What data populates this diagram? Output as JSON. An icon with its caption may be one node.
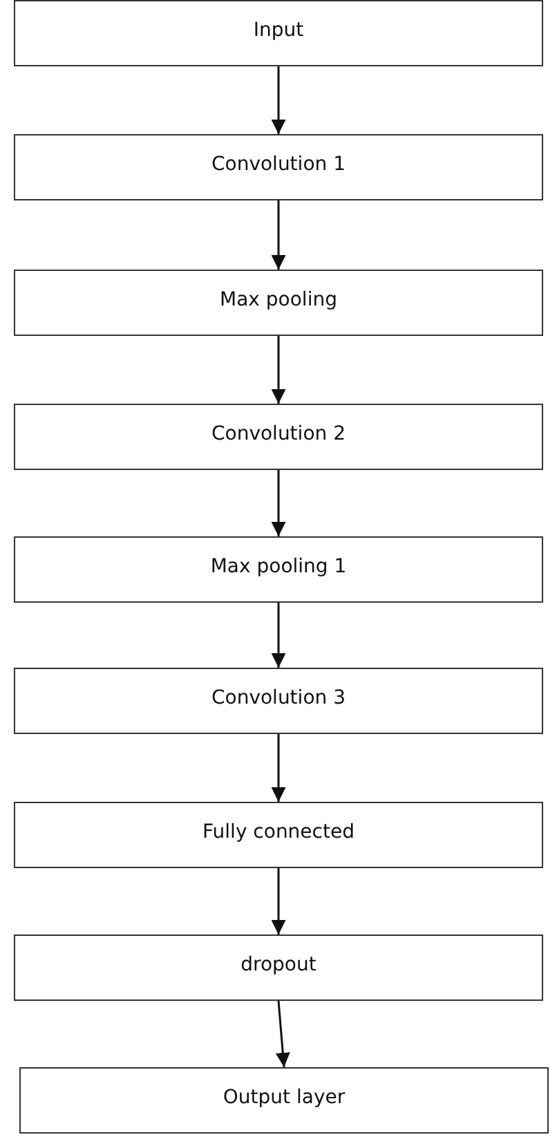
{
  "diagram": {
    "nodes": [
      {
        "text": [
          "Input"
        ]
      },
      {
        "text": [
          "Convolution 1"
        ]
      },
      {
        "text": [
          "Max pooling"
        ]
      },
      {
        "text": [
          "Convolution 2"
        ]
      },
      {
        "text": [
          "Max pooling 1"
        ]
      },
      {
        "text": [
          "Convolution 3"
        ]
      },
      {
        "text": [
          "Fully connected"
        ]
      },
      {
        "text": [
          "dropout"
        ]
      },
      {
        "text": [
          "Output layer"
        ]
      }
    ],
    "edges": [
      {
        "from": 0,
        "to": 1,
        "arrow": "to"
      },
      {
        "from": 1,
        "to": 2,
        "arrow": "to"
      },
      {
        "from": 2,
        "to": 3,
        "arrow": "to"
      },
      {
        "from": 3,
        "to": 4,
        "arrow": "to"
      },
      {
        "from": 4,
        "to": 5,
        "arrow": "to"
      },
      {
        "from": 5,
        "to": 6,
        "arrow": "to"
      },
      {
        "from": 6,
        "to": 7,
        "arrow": "to"
      },
      {
        "from": 7,
        "to": 8,
        "arrow": "to"
      }
    ]
  }
}
